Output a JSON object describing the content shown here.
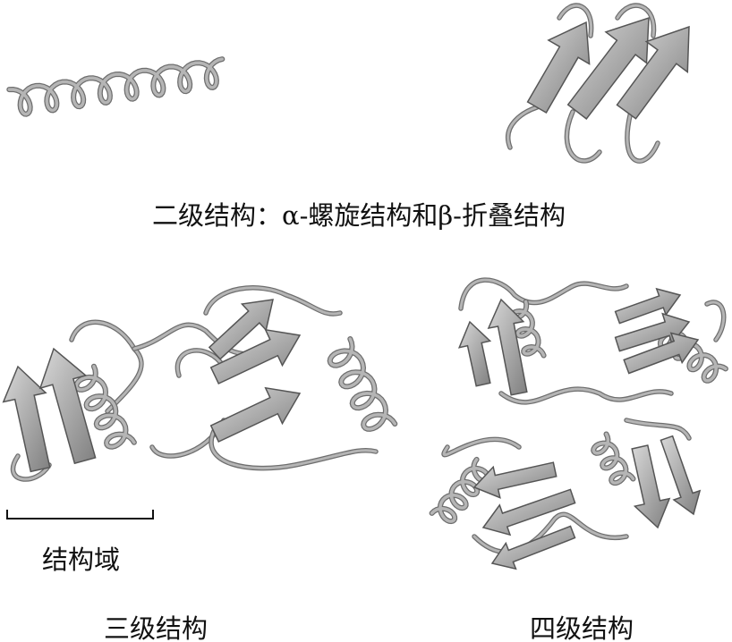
{
  "captions": {
    "secondary": "二级结构：α-螺旋结构和β-折叠结构",
    "domain": "结构域",
    "tertiary": "三级结构",
    "quaternary": "四级结构"
  },
  "colors": {
    "ribbon": "#b5b5b5",
    "ribbon_edge": "#6e6e6e",
    "arrow_fill": "#9a9a9a",
    "text": "#111111"
  }
}
